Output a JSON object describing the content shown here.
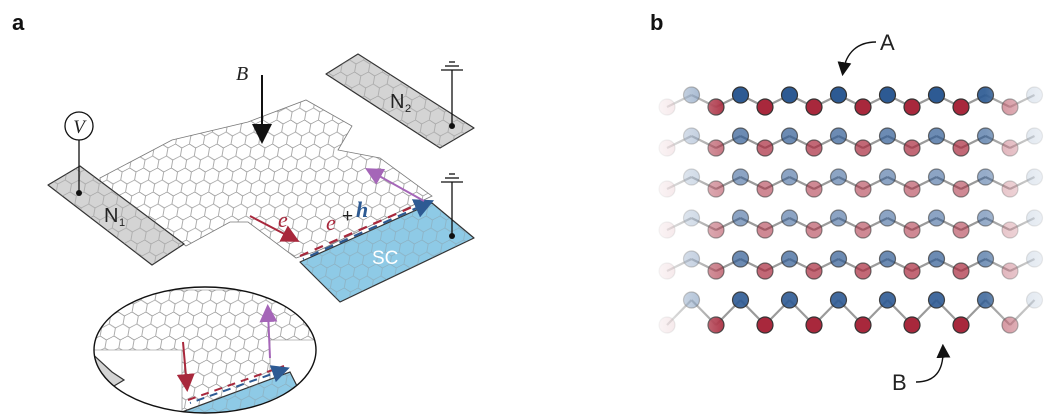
{
  "panels": {
    "a": {
      "label": "a",
      "field_label": "B",
      "voltmeter_label": "V",
      "lead1_label": "N",
      "lead1_sub": "1",
      "lead2_label": "N",
      "lead2_sub": "2",
      "sc_label": "SC",
      "electron_label": "e",
      "mixed_e_label": "e",
      "plus_label": "+",
      "hole_label": "h"
    },
    "b": {
      "label": "b",
      "top_sublattice_label": "A",
      "bottom_sublattice_label": "B"
    }
  },
  "colors": {
    "electron": "#a8283c",
    "hole": "#2d5a93",
    "andreev_edge": "#a566b8",
    "superconductor": "#8ecae6",
    "lead_fill": "#d4d4d4",
    "lattice_line": "#8a8a8a",
    "atom_red": "#a8283c",
    "atom_blue": "#2d5a93"
  }
}
